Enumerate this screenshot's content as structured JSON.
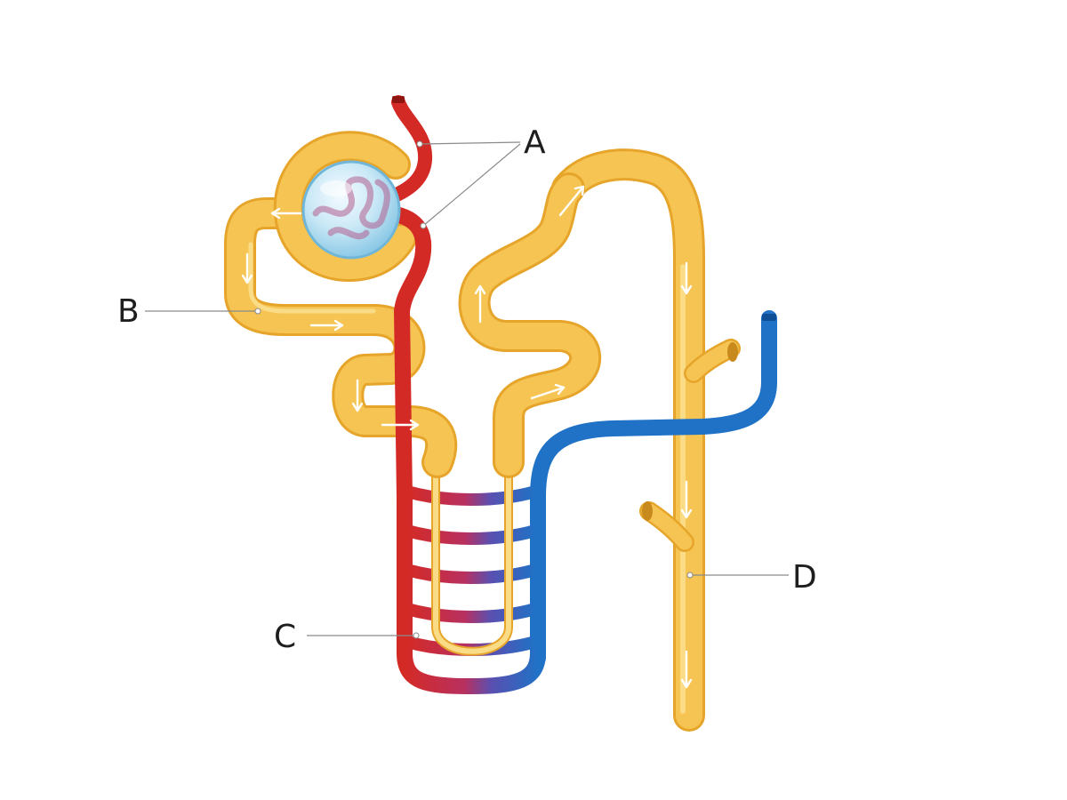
{
  "labels": {
    "a": "A",
    "b": "B",
    "c": "C",
    "d": "D"
  },
  "colors": {
    "tubule": "#f5c452",
    "tubule_dark": "#e6a52a",
    "tubule_light": "#fbdc86",
    "artery": "#d42a25",
    "vein": "#1f72c6",
    "glomerulus_capsule": "#bfe3f3",
    "arrow": "#ffffff",
    "leader_line": "#8a8a8a",
    "label_text": "#1e1e1e"
  }
}
